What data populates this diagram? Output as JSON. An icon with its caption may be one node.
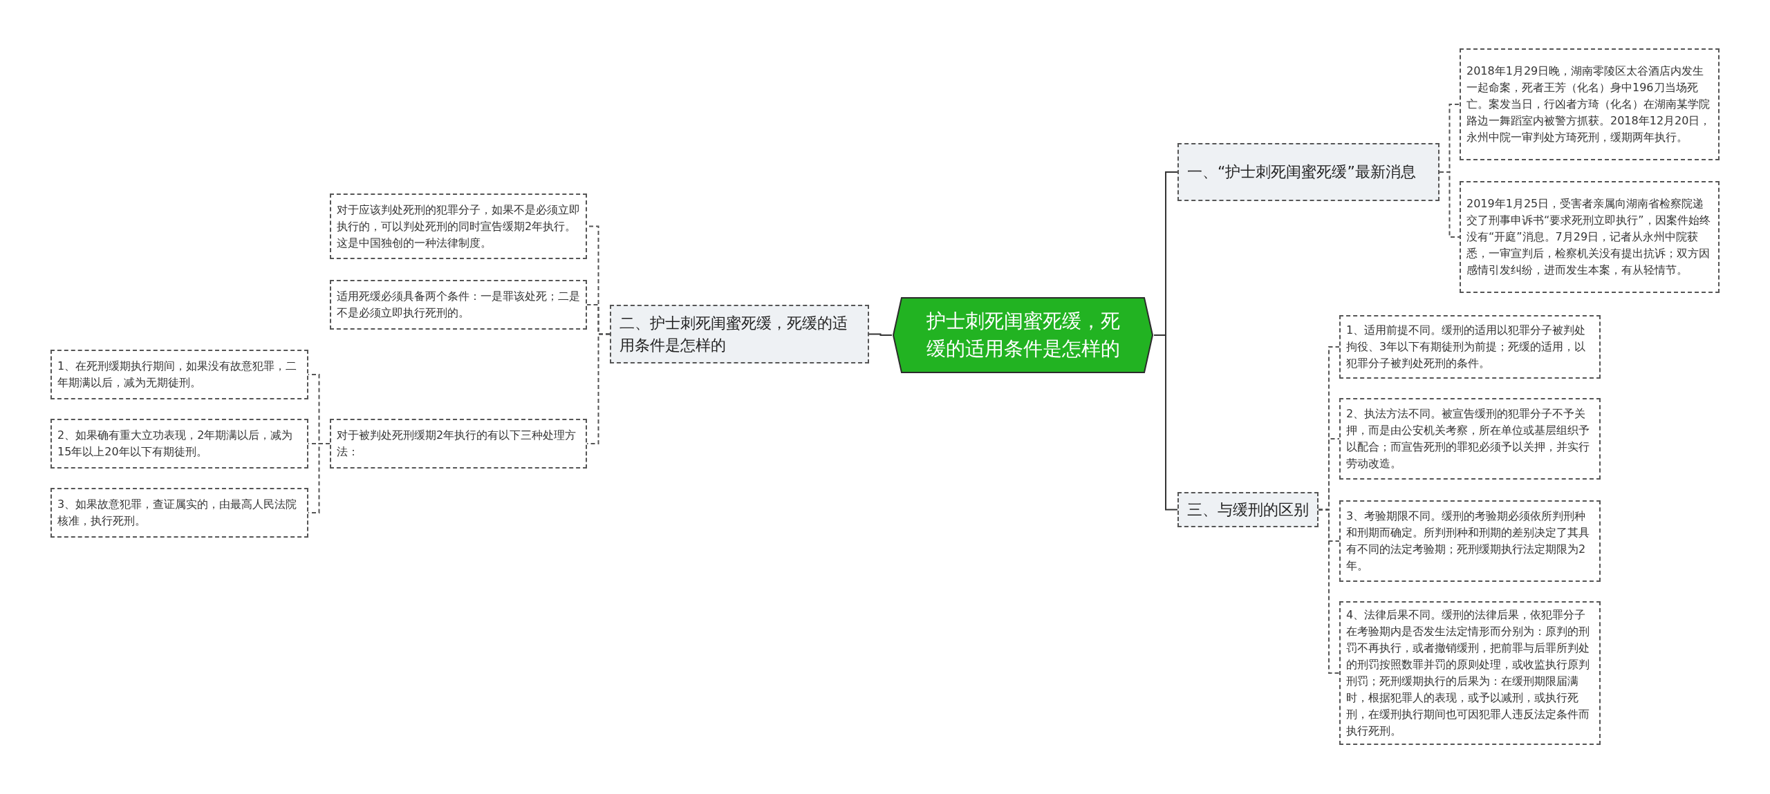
{
  "diagram": {
    "nodes": [
      {
        "text": [
          "护士刺死闺蜜死缓，死缓的适用条件是怎样的"
        ]
      },
      {
        "text": [
          "二、护士刺死闺蜜死缓，死缓的适用条件是怎样的"
        ]
      },
      {
        "text": [
          "对于应该判处死刑的犯罪分子，如果不是必须立即执行的，可以判处死刑的同时宣告缓期2年执行。这是中国独创的一种法律制度。"
        ]
      },
      {
        "text": [
          "适用死缓必须具备两个条件：一是罪该处死；二是不是必须立即执行死刑的。"
        ]
      },
      {
        "text": [
          "对于被判处死刑缓期2年执行的有以下三种处理方法："
        ]
      },
      {
        "text": [
          "1、在死刑缓期执行期间，如果没有故意犯罪，二年期满以后，减为无期徒刑。"
        ]
      },
      {
        "text": [
          "2、如果确有重大立功表现，2年期满以后，减为15年以上20年以下有期徒刑。"
        ]
      },
      {
        "text": [
          "3、如果故意犯罪，查证属实的，由最高人民法院核准，执行死刑。"
        ]
      },
      {
        "text": [
          "一、“护士刺死闺蜜死缓”最新消息"
        ]
      },
      {
        "text": [
          "2018年1月29日晚，湖南零陵区太谷酒店内发生一起命案，死者王芳（化名）身中196刀当场死亡。案发当日，行凶者方琦（化名）在湖南某学院路边一舞蹈室内被警方抓获。2018年12月20日，永州中院一审判处方琦死刑，缓期两年执行。"
        ]
      },
      {
        "text": [
          "2019年1月25日，受害者亲属向湖南省检察院递交了刑事申诉书“要求死刑立即执行”，因案件始终没有“开庭”消息。7月29日，记者从永州中院获悉，一审宣判后，检察机关没有提出抗诉；双方因感情引发纠纷，进而发生本案，有从轻情节。"
        ]
      },
      {
        "text": [
          "三、与缓刑的区别"
        ]
      },
      {
        "text": [
          "1、适用前提不同。缓刑的适用以犯罪分子被判处拘役、3年以下有期徒刑为前提；死缓的适用，以犯罪分子被判处死刑的条件。"
        ]
      },
      {
        "text": [
          "2、执法方法不同。被宣告缓刑的犯罪分子不予关押，而是由公安机关考察，所在单位或基层组织予以配合；而宣告死刑的罪犯必须予以关押，并实行劳动改造。"
        ]
      },
      {
        "text": [
          "3、考验期限不同。缓刑的考验期必须依所判刑种和刑期而确定。所判刑种和刑期的差别决定了其具有不同的法定考验期；死刑缓期执行法定期限为2年。"
        ]
      },
      {
        "text": [
          "4、法律后果不同。缓刑的法律后果，依犯罪分子在考验期内是否发生法定情形而分别为：原判的刑罚不再执行，或者撤销缓刑，把前罪与后罪所判处的刑罚按照数罪并罚的原则处理，或收监执行原判刑罚；死刑缓期执行的后果为：在缓刑期限届满时，根据犯罪人的表现，或予以减刑，或执行死刑，在缓刑执行期间也可因犯罪人违反法定条件而执行死刑。"
        ]
      }
    ],
    "edges": [
      {
        "from": 0,
        "to": 1,
        "arrow": "none"
      },
      {
        "from": 1,
        "to": 2,
        "arrow": "none",
        "style": "dashed"
      },
      {
        "from": 1,
        "to": 3,
        "arrow": "none",
        "style": "dashed"
      },
      {
        "from": 1,
        "to": 4,
        "arrow": "none",
        "style": "dashed"
      },
      {
        "from": 4,
        "to": 5,
        "arrow": "none",
        "style": "dashed"
      },
      {
        "from": 4,
        "to": 6,
        "arrow": "none",
        "style": "dashed"
      },
      {
        "from": 4,
        "to": 7,
        "arrow": "none",
        "style": "dashed"
      },
      {
        "from": 0,
        "to": 8,
        "arrow": "none"
      },
      {
        "from": 8,
        "to": 9,
        "arrow": "none",
        "style": "dashed"
      },
      {
        "from": 8,
        "to": 10,
        "arrow": "none",
        "style": "dashed"
      },
      {
        "from": 0,
        "to": 11,
        "arrow": "none"
      },
      {
        "from": 11,
        "to": 12,
        "arrow": "none",
        "style": "dashed"
      },
      {
        "from": 11,
        "to": 13,
        "arrow": "none",
        "style": "dashed"
      },
      {
        "from": 11,
        "to": 14,
        "arrow": "none",
        "style": "dashed"
      },
      {
        "from": 11,
        "to": 15,
        "arrow": "none",
        "style": "dashed"
      }
    ]
  }
}
